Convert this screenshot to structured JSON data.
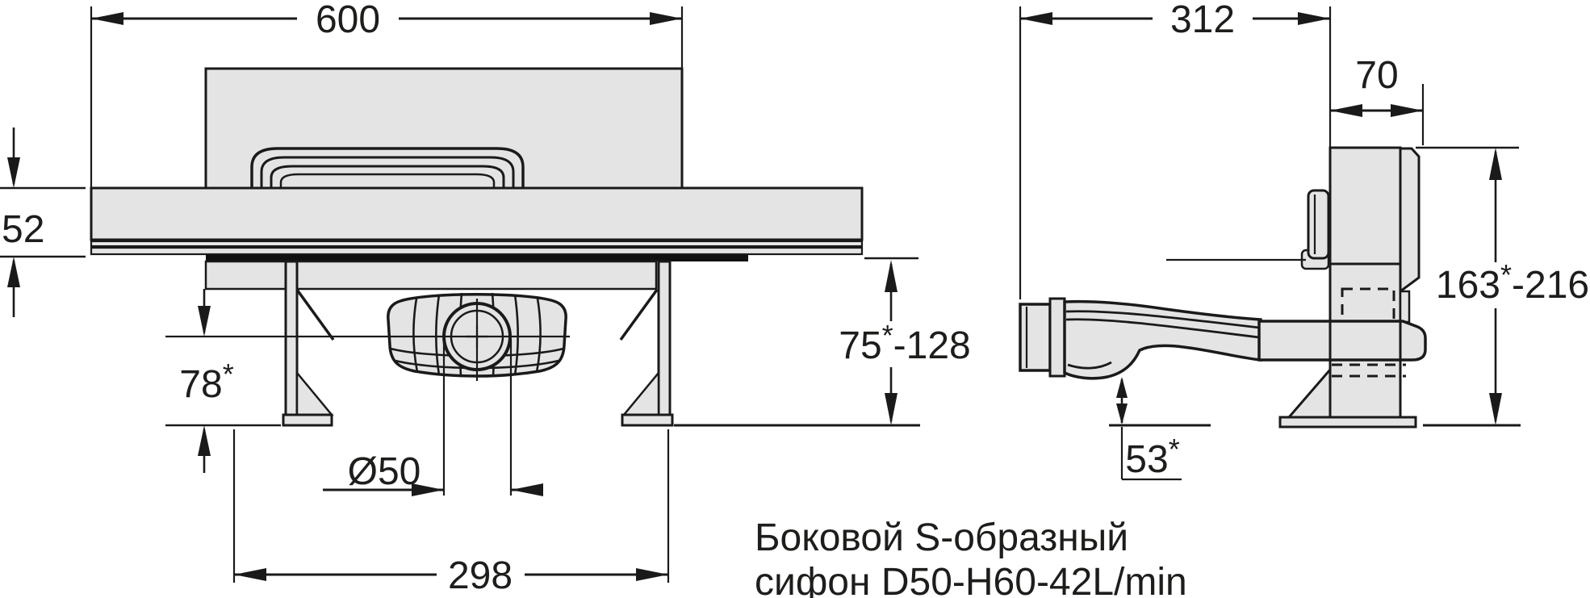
{
  "drawing": {
    "title_caption": {
      "line1": "Боковой S-образный",
      "line2": "сифон D50-H60-42L/min"
    },
    "left_view": {
      "dim_total_width": "600",
      "dim_plate_thickness": "52",
      "dim_outlet_axis_depth_base": "78",
      "dim_outlet_axis_depth_star": "*",
      "dim_underbody_height_base": "75",
      "dim_underbody_height_star": "*",
      "dim_underbody_height_rest": "-128",
      "dim_outlet_diameter": "Ø50",
      "dim_feet_spacing": "298"
    },
    "right_view": {
      "dim_total_depth": "312",
      "dim_body_depth": "70",
      "dim_total_height_base": "163",
      "dim_total_height_star": "*",
      "dim_total_height_rest": "-216",
      "dim_trap_clearance_base": "53",
      "dim_trap_clearance_star": "*"
    },
    "colors": {
      "line": "#1a1a1a",
      "fill_gray": "#e4e4e4",
      "text": "#1d1d1b",
      "background": "#ffffff"
    }
  }
}
